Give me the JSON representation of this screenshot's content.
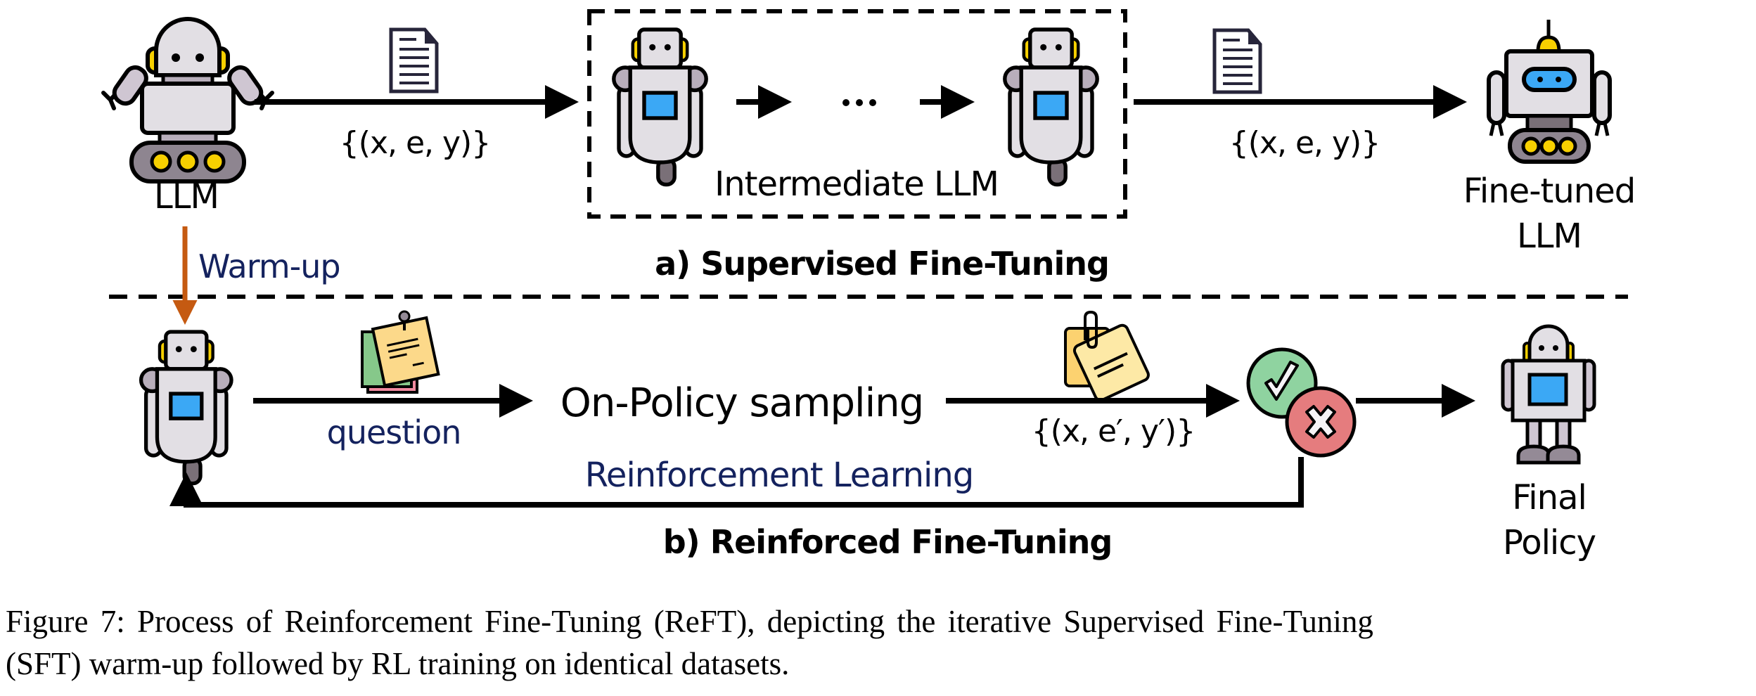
{
  "figure": {
    "top_section": {
      "source_model_label": "LLM",
      "data_label_1": "{(x, e, y)}",
      "intermediate_label": "Intermediate LLM",
      "ellipsis": "···",
      "data_label_2": "{(x, e, y)}",
      "result_label_line1": "Fine-tuned",
      "result_label_line2": "LLM",
      "section_title": "a) Supervised Fine-Tuning"
    },
    "transition": {
      "warmup_label": "Warm-up"
    },
    "bottom_section": {
      "input_label": "question",
      "process_label": "On-Policy sampling",
      "samples_label": "{(x, e′, y′)}",
      "feedback_label": "Reinforcement Learning",
      "result_label_line1": "Final",
      "result_label_line2": "Policy",
      "section_title": "b) Reinforced Fine-Tuning"
    },
    "icons": {
      "llm_robot": "robot-tracked-icon",
      "document": "document-icon",
      "intermediate_robot": "robot-screen-icon",
      "finetuned_robot": "robot-antenna-icon",
      "sticky_notes": "sticky-notes-icon",
      "clipped_notes": "clipped-notes-icon",
      "check": "check-circle-icon",
      "cross": "cross-circle-icon",
      "final_robot": "robot-legs-icon"
    },
    "colors": {
      "warmup_arrow": "#c55a11",
      "navy_text": "#14225e",
      "check_green": "#8fd3a0",
      "cross_red": "#e57c7e",
      "screen_blue": "#3ba8f5",
      "robot_gray": "#e2dfe4",
      "accent_yellow": "#f7d000"
    }
  },
  "caption": {
    "line1": "Figure 7:  Process of Reinforcement Fine-Tuning (ReFT), depicting the iterative Supervised Fine-Tuning",
    "line2": "(SFT) warm-up followed by RL training on identical datasets."
  }
}
